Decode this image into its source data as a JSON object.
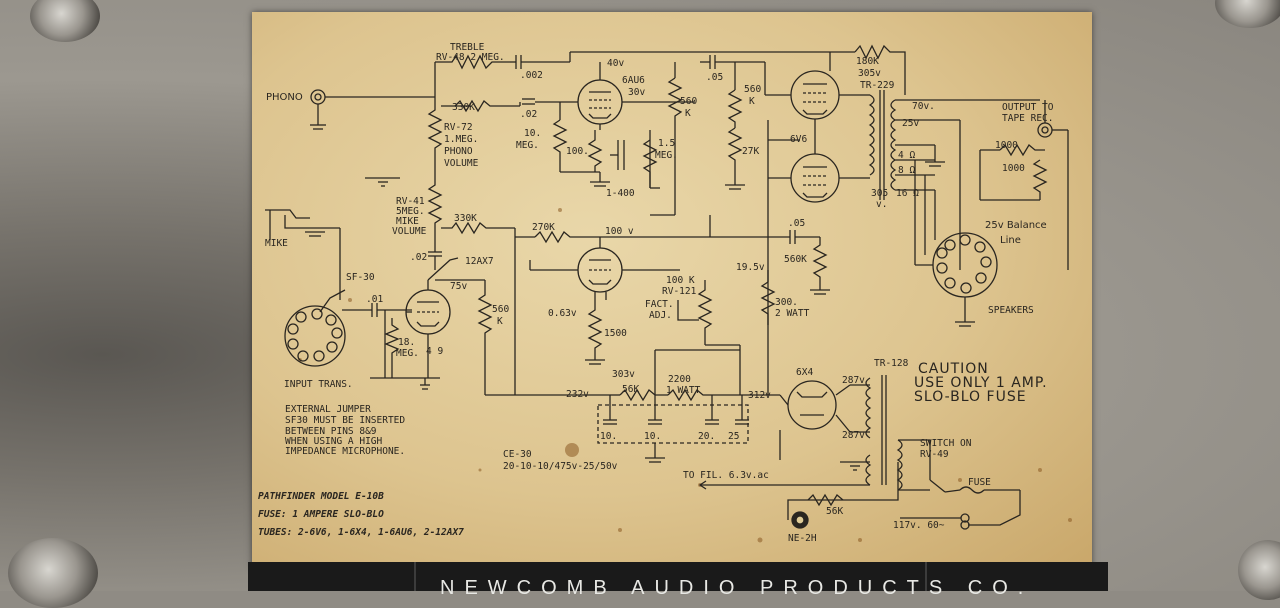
{
  "texts": {
    "phono": "PHONO",
    "treble": "TREBLE",
    "rv48": "RV-48 2 MEG.",
    "c002": ".002",
    "c40v": "40v",
    "c05a": ".05",
    "r180k": "180K",
    "v305a": "305v",
    "tr229": "TR-229",
    "tube6au6": "6AU6",
    "v30": "30v",
    "r330k1": "330K",
    "c02": ".02",
    "rv72": "RV-72",
    "meg1": "1.MEG.",
    "phonoLbl": "PHONO",
    "volume1": "VOLUME",
    "r10meg": "10.",
    "r10meg2": "MEG.",
    "r100": "100.",
    "r15meg": "1.5",
    "r15meg2": "MEG.",
    "r560k1": "560",
    "k1": "K",
    "r560k2": "560",
    "k2": "K",
    "r27k": "27K",
    "c1400": "1-400",
    "tube6v6": "6V6",
    "v70": "70v.",
    "v25a": "25v",
    "outTape1": "OUTPUT TO",
    "outTape2": "TAPE REC.",
    "r1000a": "1000",
    "r1000b": "1000",
    "o4": "4 Ω",
    "o8": "8 Ω",
    "o16": "16 Ω",
    "v305b": "305",
    "vb": "v.",
    "rv41": "RV-41",
    "meg5": "5MEG.",
    "mike": "MIKE",
    "volume2": "VOLUME",
    "r330k2": "330K",
    "r270k": "270K",
    "v100": "100 v",
    "c05b": ".05",
    "balance": "25v Balance",
    "line": "Line",
    "mikeJack": "MIKE",
    "c02b": ".02",
    "tube12ax7": "12AX7",
    "sf30": "SF-30",
    "c01": ".01",
    "v75": "75v",
    "r560k3": "560",
    "k3": "K",
    "r100k": "100 K",
    "rv121": "RV-121",
    "fact": "FACT.",
    "adj": "ADJ.",
    "v195": "19.5v",
    "r560k4": "560K",
    "r300": "300.",
    "watt2": "2 WATT",
    "speakers": "SPEAKERS",
    "v063": "0.63v",
    "r1500": "1500",
    "r18meg": "18.",
    "r18meg2": "MEG.",
    "pin49": "4 9",
    "inputTrans": "INPUT TRANS.",
    "v303": "303v",
    "r2200": "2200",
    "watt1": "1 WATT",
    "tube6x4": "6X4",
    "tr128": "TR-128",
    "caution1": "CAUTION",
    "caution2": "USE ONLY 1 AMP.",
    "caution3": "SLO-BLO FUSE",
    "v232": "232v",
    "r56k": "56K",
    "v312": "312v",
    "v287a": "287v",
    "v287b": "287v",
    "ext1": "EXTERNAL JUMPER",
    "ext2": "SF30 MUST BE INSERTED",
    "ext3": "BETWEEN PINS 8&9",
    "ext4": "WHEN USING A HIGH",
    "ext5": "IMPEDANCE MICROPHONE.",
    "c10a": "10.",
    "c10b": "10.",
    "c20": "20.",
    "c25": "25",
    "ce30": "CE-30",
    "ce30v": "20-10-10/475v-25/50v",
    "switch1": "SWITCH ON",
    "switch2": "RV-49",
    "fuse": "FUSE",
    "fil": "TO FIL. 6.3v.ac",
    "r56k2": "56K",
    "ne2h": "NE-2H",
    "v117": "117v. 60~",
    "model": "PATHFINDER   MODEL E-10B",
    "fuseSpec": "FUSE: 1 AMPERE  SLO-BLO",
    "tubes": "TUBES: 2-6V6, 1-6X4, 1-6AU6, 2-12AX7"
  },
  "brand": "NEWCOMB AUDIO PRODUCTS CO."
}
